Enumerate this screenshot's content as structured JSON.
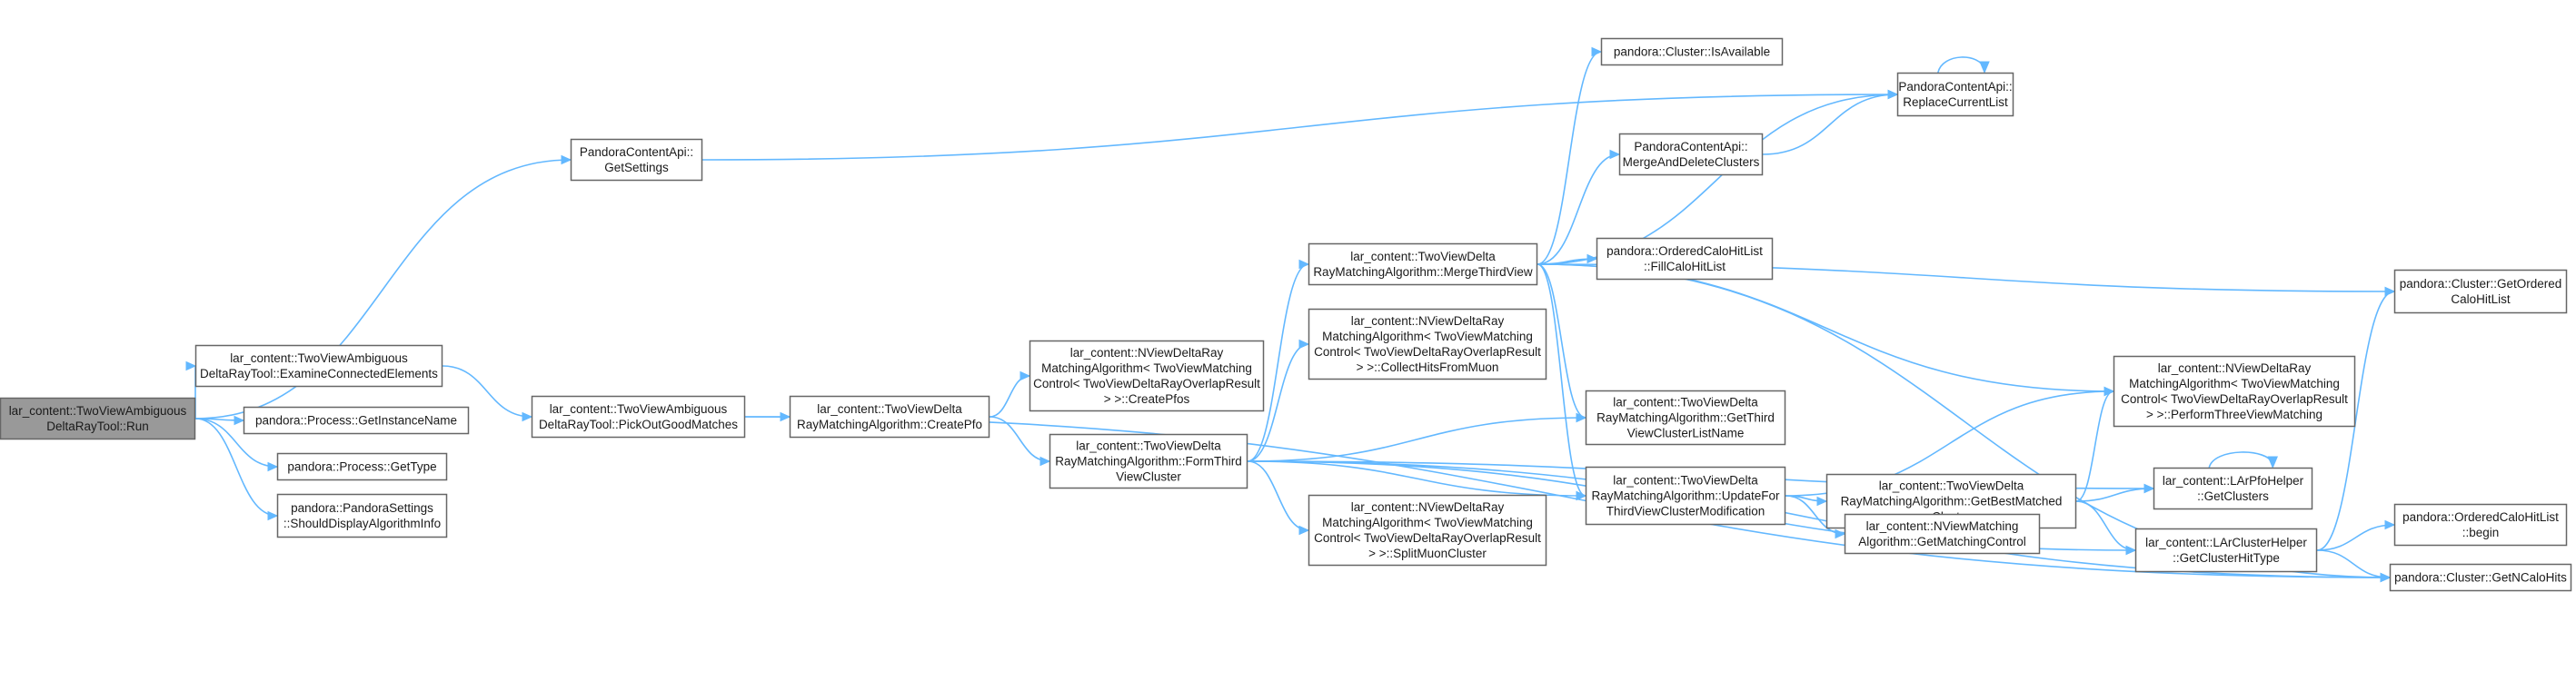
{
  "graph": {
    "colors": {
      "edge": "#63b8ff",
      "node_border": "#666666",
      "root_fill": "#999999",
      "node_fill": "#ffffff"
    },
    "nodes": [
      {
        "id": "run",
        "lines": [
          "lar_content::TwoViewAmbiguous",
          "DeltaRayTool::Run"
        ],
        "root": true
      },
      {
        "id": "getSettings",
        "lines": [
          "PandoraContentApi::",
          "GetSettings"
        ]
      },
      {
        "id": "examine",
        "lines": [
          "lar_content::TwoViewAmbiguous",
          "DeltaRayTool::ExamineConnectedElements"
        ]
      },
      {
        "id": "getInstanceName",
        "lines": [
          "pandora::Process::GetInstanceName"
        ]
      },
      {
        "id": "getType",
        "lines": [
          "pandora::Process::GetType"
        ]
      },
      {
        "id": "shouldDisplay",
        "lines": [
          "pandora::PandoraSettings",
          "::ShouldDisplayAlgorithmInfo"
        ]
      },
      {
        "id": "pickOut",
        "lines": [
          "lar_content::TwoViewAmbiguous",
          "DeltaRayTool::PickOutGoodMatches"
        ]
      },
      {
        "id": "createPfo",
        "lines": [
          "lar_content::TwoViewDelta",
          "RayMatchingAlgorithm::CreatePfo"
        ]
      },
      {
        "id": "createPfos",
        "lines": [
          "lar_content::NViewDeltaRay",
          "MatchingAlgorithm< TwoViewMatching",
          "Control< TwoViewDeltaRayOverlapResult",
          " > >::CreatePfos"
        ]
      },
      {
        "id": "formThird",
        "lines": [
          "lar_content::TwoViewDelta",
          "RayMatchingAlgorithm::FormThird",
          "ViewCluster"
        ]
      },
      {
        "id": "mergeThird",
        "lines": [
          "lar_content::TwoViewDelta",
          "RayMatchingAlgorithm::MergeThirdView"
        ]
      },
      {
        "id": "collectHits",
        "lines": [
          "lar_content::NViewDeltaRay",
          "MatchingAlgorithm< TwoViewMatching",
          "Control< TwoViewDeltaRayOverlapResult",
          " > >::CollectHitsFromMuon"
        ]
      },
      {
        "id": "splitMuon",
        "lines": [
          "lar_content::NViewDeltaRay",
          "MatchingAlgorithm< TwoViewMatching",
          "Control< TwoViewDeltaRayOverlapResult",
          " > >::SplitMuonCluster"
        ]
      },
      {
        "id": "isAvailable",
        "lines": [
          "pandora::Cluster::IsAvailable"
        ]
      },
      {
        "id": "mergeAndDelete",
        "lines": [
          "PandoraContentApi::",
          "MergeAndDeleteClusters"
        ]
      },
      {
        "id": "fillCalo",
        "lines": [
          "pandora::OrderedCaloHitList",
          "::FillCaloHitList"
        ]
      },
      {
        "id": "getThirdName",
        "lines": [
          "lar_content::TwoViewDelta",
          "RayMatchingAlgorithm::GetThird",
          "ViewClusterListName"
        ]
      },
      {
        "id": "updateFor",
        "lines": [
          "lar_content::TwoViewDelta",
          "RayMatchingAlgorithm::UpdateFor",
          "ThirdViewClusterModification"
        ]
      },
      {
        "id": "replaceList",
        "lines": [
          "PandoraContentApi::",
          "ReplaceCurrentList"
        ]
      },
      {
        "id": "performThree",
        "lines": [
          "lar_content::NViewDeltaRay",
          "MatchingAlgorithm< TwoViewMatching",
          "Control< TwoViewDeltaRayOverlapResult",
          " > >::PerformThreeViewMatching"
        ]
      },
      {
        "id": "getBest",
        "lines": [
          "lar_content::TwoViewDelta",
          "RayMatchingAlgorithm::GetBestMatched",
          "Cluster"
        ]
      },
      {
        "id": "getMatching",
        "lines": [
          "lar_content::NViewMatching",
          "Algorithm::GetMatchingControl"
        ]
      },
      {
        "id": "larPfo",
        "lines": [
          "lar_content::LArPfoHelper",
          "::GetClusters"
        ]
      },
      {
        "id": "larCluster",
        "lines": [
          "lar_content::LArClusterHelper",
          "::GetClusterHitType"
        ]
      },
      {
        "id": "getOrdered",
        "lines": [
          "pandora::Cluster::GetOrdered",
          "CaloHitList"
        ]
      },
      {
        "id": "begin",
        "lines": [
          "pandora::OrderedCaloHitList",
          "::begin"
        ]
      },
      {
        "id": "getNCalo",
        "lines": [
          "pandora::Cluster::GetNCaloHits"
        ]
      }
    ],
    "edges": [
      [
        "run",
        "getSettings"
      ],
      [
        "run",
        "examine"
      ],
      [
        "run",
        "getInstanceName"
      ],
      [
        "run",
        "getType"
      ],
      [
        "run",
        "shouldDisplay"
      ],
      [
        "getSettings",
        "replaceList"
      ],
      [
        "examine",
        "pickOut"
      ],
      [
        "pickOut",
        "createPfo"
      ],
      [
        "pickOut",
        "getNCalo"
      ],
      [
        "createPfo",
        "createPfos"
      ],
      [
        "createPfo",
        "formThird"
      ],
      [
        "formThird",
        "mergeThird"
      ],
      [
        "formThird",
        "collectHits"
      ],
      [
        "formThird",
        "splitMuon"
      ],
      [
        "formThird",
        "getThirdName"
      ],
      [
        "formThird",
        "updateFor"
      ],
      [
        "formThird",
        "larPfo"
      ],
      [
        "formThird",
        "larCluster"
      ],
      [
        "formThird",
        "getNCalo"
      ],
      [
        "mergeThird",
        "isAvailable"
      ],
      [
        "mergeThird",
        "replaceList"
      ],
      [
        "mergeThird",
        "mergeAndDelete"
      ],
      [
        "mergeThird",
        "fillCalo"
      ],
      [
        "mergeThird",
        "getThirdName"
      ],
      [
        "mergeThird",
        "updateFor"
      ],
      [
        "mergeThird",
        "performThree"
      ],
      [
        "mergeThird",
        "getOrdered"
      ],
      [
        "mergeThird",
        "getNCalo"
      ],
      [
        "mergeAndDelete",
        "replaceList"
      ],
      [
        "replaceList",
        "replaceList"
      ],
      [
        "updateFor",
        "performThree"
      ],
      [
        "updateFor",
        "getBest"
      ],
      [
        "updateFor",
        "getMatching"
      ],
      [
        "getBest",
        "performThree"
      ],
      [
        "getBest",
        "larPfo"
      ],
      [
        "getBest",
        "larCluster"
      ],
      [
        "larPfo",
        "larPfo"
      ],
      [
        "larCluster",
        "getOrdered"
      ],
      [
        "larCluster",
        "begin"
      ],
      [
        "larCluster",
        "getNCalo"
      ]
    ]
  }
}
